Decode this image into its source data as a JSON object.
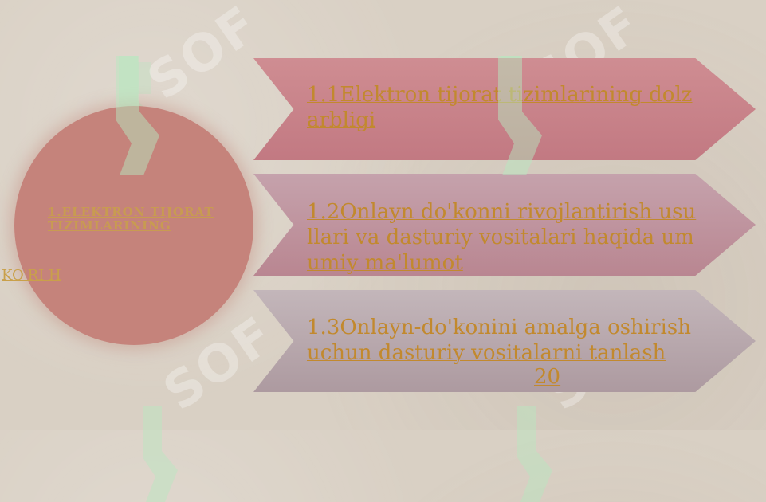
{
  "circle": {
    "text": "1.ELEKTRON TIJORAT TIZIMLARINING",
    "tail": "KO'RI H"
  },
  "arrows": [
    {
      "label": "1.1Elektron tijorat  tizimlarining dolzarbligi"
    },
    {
      "label": "1.2Onlayn do'konni rivojlantirish usullari va dasturiy vositalari haqida umumiy ma'lumot"
    },
    {
      "label": "1.3Onlayn-do'konini amalga oshirish uchun dasturiy vositalarni tanlash"
    }
  ],
  "page_number": "20",
  "watermark": {
    "text": "SOF"
  },
  "colors": {
    "background": "#d9d0c4",
    "circle": "#c5837b",
    "text": "#c2892e",
    "watermark_green": "#b8e8c0"
  }
}
